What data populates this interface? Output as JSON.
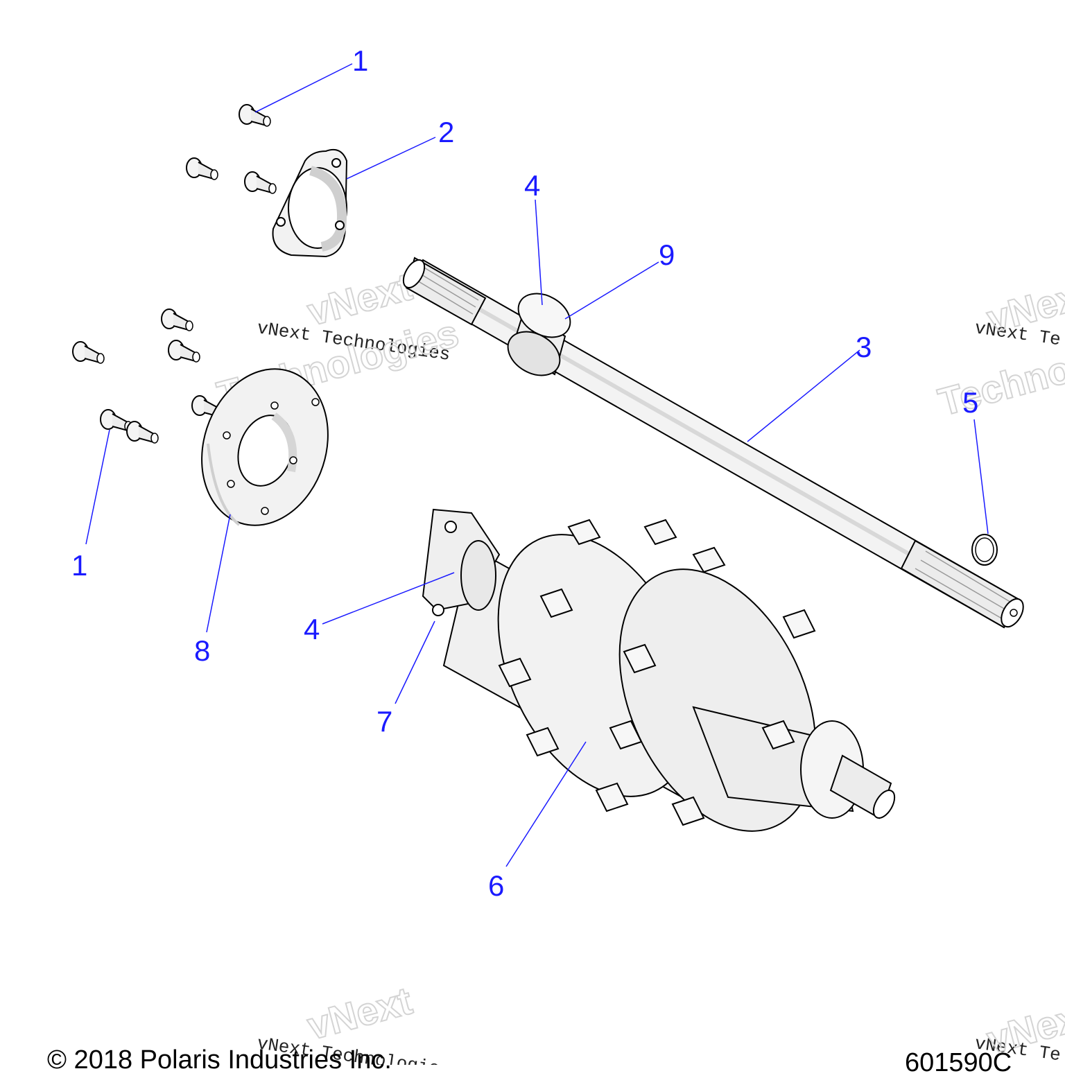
{
  "colors": {
    "callout": "#1a1aff",
    "line": "#000000",
    "part_fill": "#f2f2f2",
    "part_shade": "#dcdcdc"
  },
  "callouts": [
    {
      "label": "1"
    },
    {
      "label": "2"
    },
    {
      "label": "4"
    },
    {
      "label": "9"
    },
    {
      "label": "3"
    },
    {
      "label": "5"
    },
    {
      "label": "1"
    },
    {
      "label": "8"
    },
    {
      "label": "4"
    },
    {
      "label": "7"
    },
    {
      "label": "6"
    }
  ],
  "watermarks": [
    "vNext Technologies",
    "vNext",
    "Technologies",
    "vNext Te",
    "vNext",
    "Techno",
    "vNext Technologies",
    "vNext",
    "vNext Te",
    "vNext"
  ],
  "footer": {
    "copyright": "© 2018 Polaris Industries Inc.",
    "figure_id": "601590C"
  }
}
